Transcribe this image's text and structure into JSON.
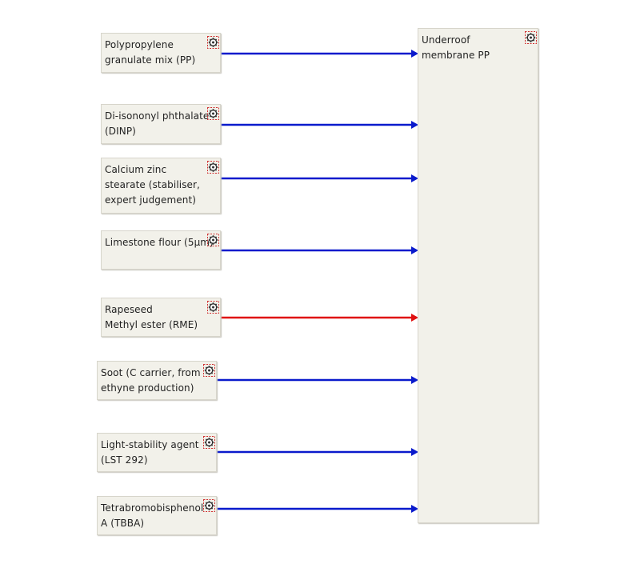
{
  "sources": [
    {
      "id": "pp",
      "label": "Polypropylene\ngranulate mix (PP)",
      "flow": "blue"
    },
    {
      "id": "dinp",
      "label": "Di-isononyl phthalate\n(DINP)",
      "flow": "blue"
    },
    {
      "id": "czs",
      "label": "Calcium zinc\nstearate (stabiliser,\nexpert judgement)",
      "flow": "blue"
    },
    {
      "id": "limestone",
      "label": "Limestone flour (5µm)",
      "flow": "blue"
    },
    {
      "id": "rme",
      "label": "Rapeseed\nMethyl ester (RME)",
      "flow": "red"
    },
    {
      "id": "soot",
      "label": "Soot (C carrier, from\nethyne production)",
      "flow": "blue"
    },
    {
      "id": "lst",
      "label": "Light-stability agent\n(LST 292)",
      "flow": "blue"
    },
    {
      "id": "tbba",
      "label": "Tetrabromobisphenol\nA (TBBA)",
      "flow": "blue"
    }
  ],
  "target": {
    "label": "Underroof\nmembrane PP"
  },
  "colors": {
    "blue": "#0a1acc",
    "red": "#e01010",
    "node_bg": "#f2f1ea"
  },
  "icon_name": "process-gear-icon"
}
